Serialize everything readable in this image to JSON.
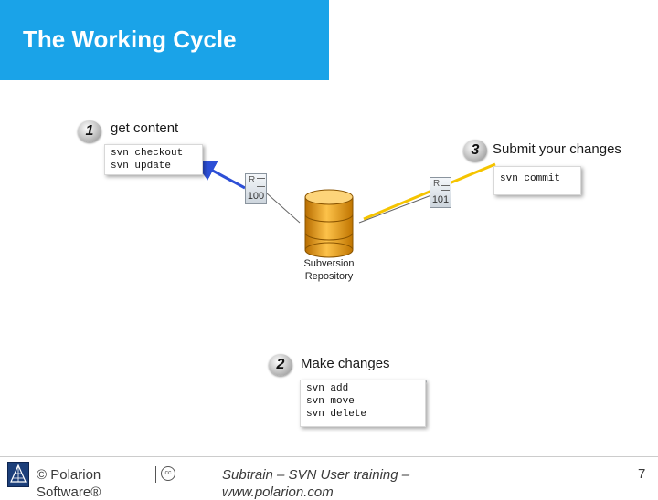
{
  "header": {
    "title": "The Working Cycle"
  },
  "steps": [
    {
      "number": "1",
      "title": "get content",
      "commands": [
        "svn checkout",
        "svn update"
      ]
    },
    {
      "number": "2",
      "title": "Make changes",
      "commands": [
        "svn add",
        "svn move",
        "svn delete"
      ]
    },
    {
      "number": "3",
      "title": "Submit your changes",
      "commands": [
        "svn commit"
      ]
    }
  ],
  "revisions": [
    {
      "letter": "R",
      "number": "100"
    },
    {
      "letter": "R",
      "number": "101"
    }
  ],
  "repository": {
    "label_line1": "Subversion",
    "label_line2": "Repository"
  },
  "connectors": {
    "update_color": "#2d4fd6",
    "commit_color": "#f5c400"
  },
  "footer": {
    "copyright_line1": "© Polarion",
    "copyright_line2": "Software®",
    "course_line1": "Subtrain – SVN User training –",
    "course_line2": "www.polarion.com",
    "page_number": "7",
    "cc_glyph": "cc"
  }
}
